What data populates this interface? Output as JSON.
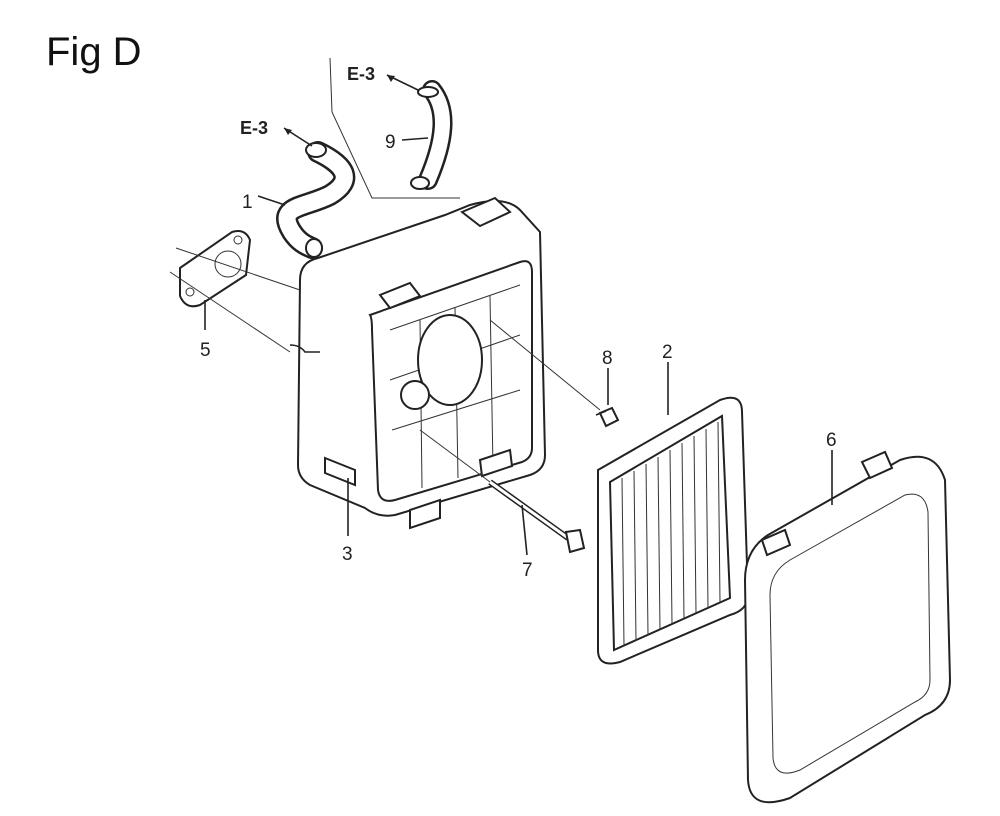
{
  "figure": {
    "title": "Fig D"
  },
  "references": [
    {
      "text": "E-3"
    },
    {
      "text": "E-3"
    }
  ],
  "callouts": [
    {
      "number": "1"
    },
    {
      "number": "2"
    },
    {
      "number": "3"
    },
    {
      "number": "5"
    },
    {
      "number": "6"
    },
    {
      "number": "7"
    },
    {
      "number": "8"
    },
    {
      "number": "9"
    }
  ]
}
